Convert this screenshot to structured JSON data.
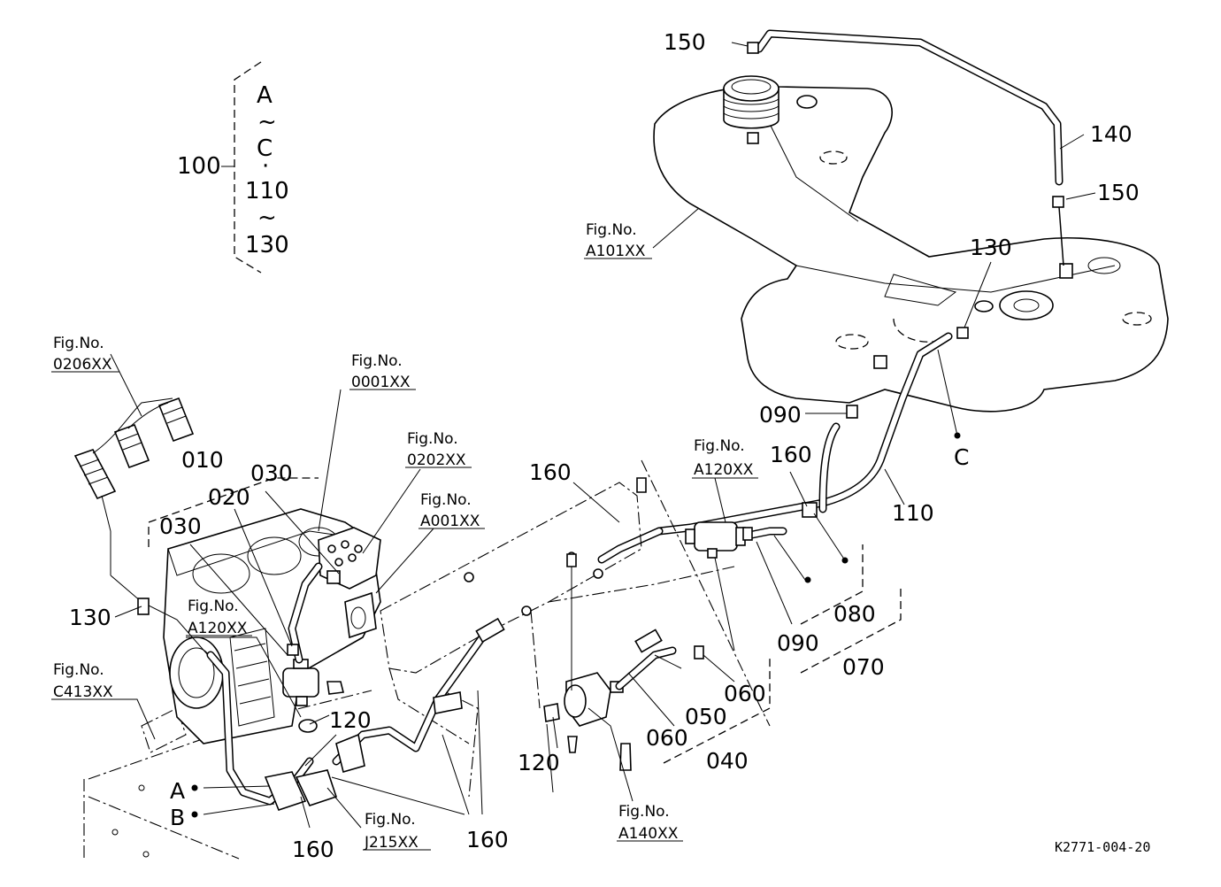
{
  "diagram": {
    "reference_code": "K2771-004-20",
    "assembly_bracket": {
      "label": "100",
      "items": [
        "A",
        "~",
        "C",
        "·",
        "110",
        "~",
        "130"
      ]
    },
    "part_callouts": {
      "p010": "010",
      "p020": "020",
      "p030a": "030",
      "p030b": "030",
      "p040": "040",
      "p050": "050",
      "p060a": "060",
      "p060b": "060",
      "p070": "070",
      "p080": "080",
      "p090a": "090",
      "p090b": "090",
      "p110": "110",
      "p120a": "120",
      "p120b": "120",
      "p130a": "130",
      "p130b": "130",
      "p140": "140",
      "p150a": "150",
      "p150b": "150",
      "p160a": "160",
      "p160b": "160",
      "p160c": "160",
      "p160d": "160"
    },
    "point_labels": {
      "a": "A",
      "b": "B",
      "c": "C"
    },
    "figure_references": [
      {
        "label": "Fig.No.",
        "code": "A101XX"
      },
      {
        "label": "Fig.No.",
        "code": "0206XX"
      },
      {
        "label": "Fig.No.",
        "code": "0001XX"
      },
      {
        "label": "Fig.No.",
        "code": "0202XX"
      },
      {
        "label": "Fig.No.",
        "code": "A001XX"
      },
      {
        "label": "Fig.No.",
        "code": "A120XX"
      },
      {
        "label": "Fig.No.",
        "code": "A120XX"
      },
      {
        "label": "Fig.No.",
        "code": "C413XX"
      },
      {
        "label": "Fig.No.",
        "code": "J215XX"
      },
      {
        "label": "Fig.No.",
        "code": "A140XX"
      }
    ]
  }
}
